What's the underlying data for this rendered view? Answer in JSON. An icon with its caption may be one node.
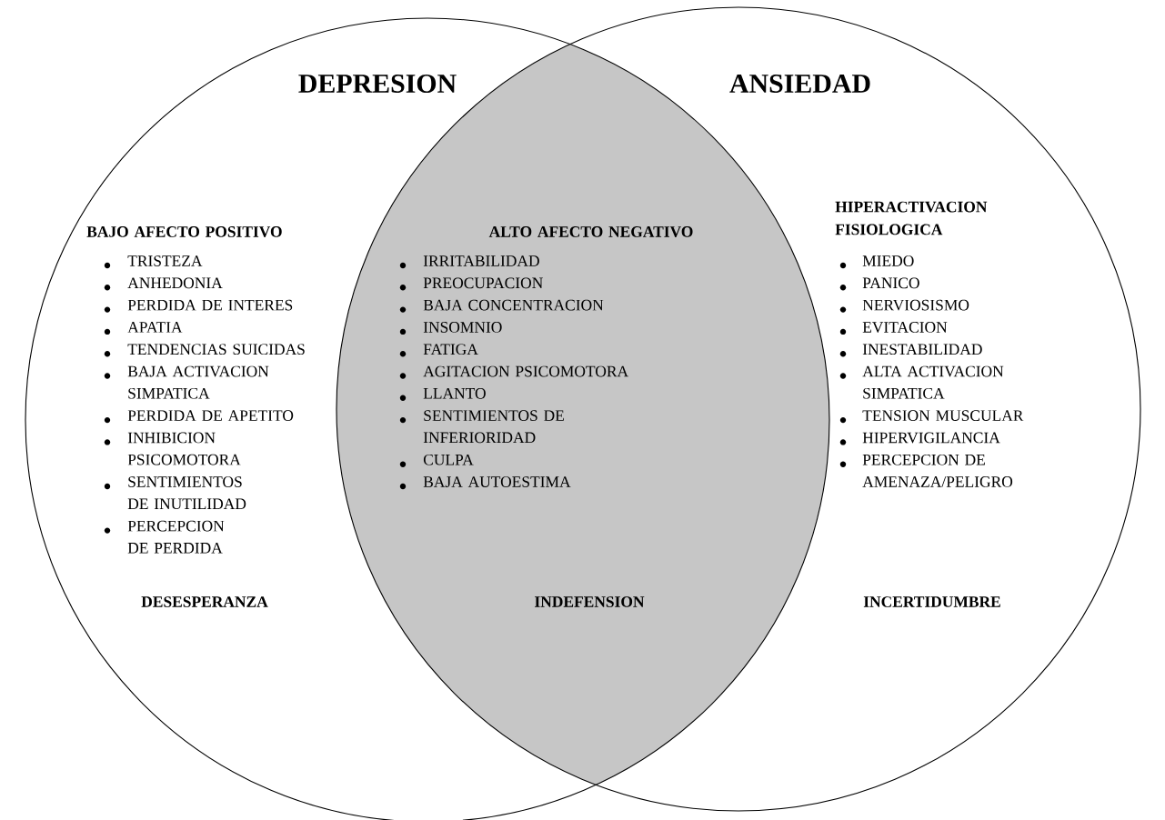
{
  "diagram": {
    "nodes": [
      {
        "text": [
          "DEPRESION",
          "BAJO AFECTO POSITIVO",
          "TRISTEZA",
          "ANHEDONIA",
          "PERDIDA DE INTERES",
          "APATIA",
          "TENDENCIAS SUICIDAS",
          "BAJA ACTIVACION SIMPATICA",
          "PERDIDA DE APETITO",
          "INHIBICION PSICOMOTORA",
          "SENTIMIENTOS DE INUTILIDAD",
          "PERCEPCION DE PERDIDA",
          "DESESPERANZA"
        ]
      },
      {
        "text": [
          "ANSIEDAD",
          "HIPERACTIVACION FISIOLOGICA",
          "MIEDO",
          "PANICO",
          "NERVIOSISMO",
          "EVITACION",
          "INESTABILIDAD",
          "ALTA ACTIVACION SIMPATICA",
          "TENSION MUSCULAR",
          "HIPERVIGILANCIA",
          "PERCEPCION DE AMENAZA/PELIGRO",
          "INCERTIDUMBRE"
        ]
      },
      {
        "text": [
          "ALTO AFECTO NEGATIVO",
          "IRRITABILIDAD",
          "PREOCUPACION",
          "BAJA CONCENTRACION",
          "INSOMNIO",
          "FATIGA",
          "AGITACION PSICOMOTORA",
          "LLANTO",
          "SENTIMIENTOS DE INFERIORIDAD",
          "CULPA",
          "BAJA AUTOESTIMA",
          "INDEFENSION"
        ]
      }
    ]
  }
}
